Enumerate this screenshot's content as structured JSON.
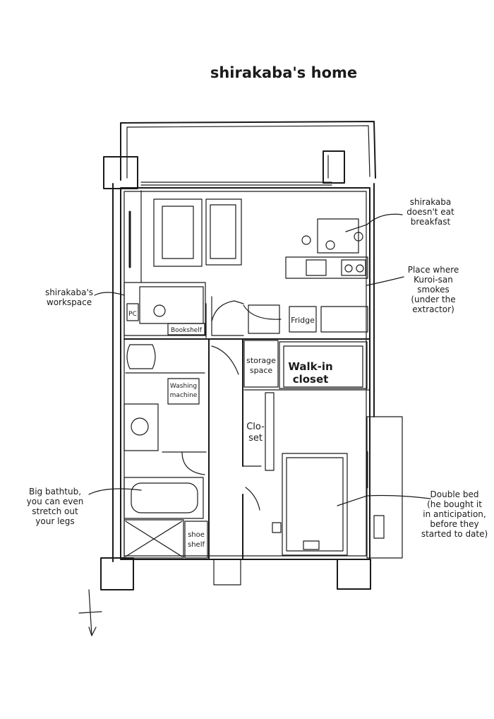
{
  "title": "shirakaba's home",
  "rooms": {
    "storage_space": [
      "storage",
      "space"
    ],
    "walk_in_closet": [
      "Walk-in",
      "closet"
    ],
    "closet": [
      "Clo-",
      "set"
    ],
    "washing_machine": [
      "Washing",
      "machine"
    ],
    "shoe_shelf": [
      "shoe",
      "shelf"
    ],
    "fridge": "Fridge",
    "bookshelf": "Bookshelf",
    "pc": "PC"
  },
  "annotations": {
    "breakfast": [
      "shirakaba",
      "doesn't eat",
      "breakfast"
    ],
    "smokes": [
      "Place where",
      "Kuroi-san",
      "smokes",
      "(under the",
      "extractor)"
    ],
    "workspace": [
      "shirakaba's",
      "workspace"
    ],
    "bathtub": [
      "Big bathtub,",
      "you can even",
      "stretch out",
      "your legs"
    ],
    "bed": [
      "Double bed",
      "(he bought it",
      "in anticipation,",
      "before they",
      "started to date)"
    ]
  }
}
